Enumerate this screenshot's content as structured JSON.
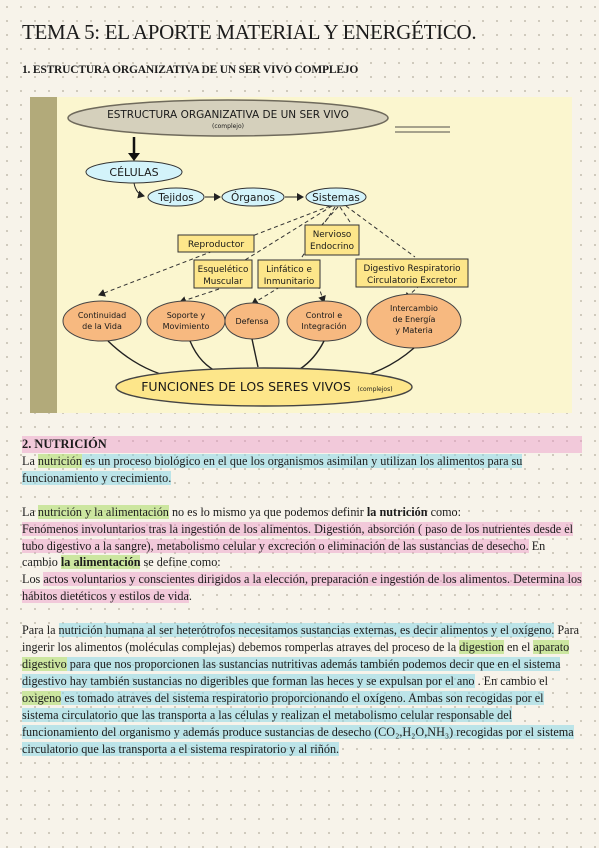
{
  "page": {
    "title": "TEMA 5: EL APORTE MATERIAL Y ENERGÉTICO.",
    "section1_heading": "1. ESTRUCTURA ORGANIZATIVA DE UN SER VIVO COMPLEJO",
    "section2_heading": "2. NUTRICIÓN"
  },
  "diagram": {
    "top_title": "ESTRUCTURA ORGANIZATIVA DE UN SER VIVO",
    "top_sub": "(complejo)",
    "celulas": "CÉLULAS",
    "tejidos": "Tejidos",
    "organos": "Órganos",
    "sistemas": "Sistemas",
    "reproductor": "Reproductor",
    "nervioso_1": "Nervioso",
    "nervioso_2": "Endocrino",
    "esqueletico_1": "Esquelético",
    "esqueletico_2": "Muscular",
    "linfatico_1": "Linfático e",
    "linfatico_2": "Inmunitario",
    "digestivo_1": "Digestivo Respiratorio",
    "digestivo_2": "Circulatorio Excretor",
    "f_continuidad_1": "Continuidad",
    "f_continuidad_2": "de la Vida",
    "f_soporte_1": "Soporte y",
    "f_soporte_2": "Movimiento",
    "f_defensa": "Defensa",
    "f_control_1": "Control e",
    "f_control_2": "Integración",
    "f_intercambio_1": "Intercambio",
    "f_intercambio_2": "de Energía",
    "f_intercambio_3": "y Materia",
    "bottom_title": "FUNCIONES DE LOS SERES VIVOS",
    "bottom_sub": "(complejos)"
  },
  "text": {
    "p1_1": "La ",
    "p1_2": "nutrición",
    "p1_3": " es un proceso biológico en el que los organismos asimilan y utilizan los alimentos para su funcionamiento y crecimiento.",
    "p2_1": "La ",
    "p2_2": "nutrición y la alimentación",
    "p2_3": " no es lo mismo ya que podemos definir ",
    "p2_4": "la nutrición",
    "p2_5": " como:",
    "p2_6": "Fenómenos involuntarios tras la ingestión de los alimentos. Digestión, absorción ( paso de los nutrientes desde el tubo digestivo a la sangre), metabolismo celular y excreción o eliminación de las sustancias de desecho.",
    "p2_7": " En cambio ",
    "p2_8": "la alimentación",
    "p2_9": " se define como:",
    "p2_10": "Los ",
    "p2_11": "actos voluntarios y conscientes dirigidos a la elección, preparación e ingestión de los alimentos. Determina los hábitos dietéticos y estilos de vida",
    "p2_12": ".",
    "p3_1": "Para la ",
    "p3_2": "nutrición humana al ser heterótrofos necesitamos sustancias externas, es decir alimentos y el oxígeno.",
    "p3_3": " Para ingerir los alimentos (moléculas complejas) debemos romperlas atraves del proceso de la ",
    "p3_4": "digestion",
    "p3_5": " en el ",
    "p3_6": "aparato digestivo",
    "p3_7": " para que nos proporcionen las sustancias nutritivas además también podemos decir que en el sistema digestivo hay también sustancias no digeribles que forman las heces y se expulsan por el ano",
    "p3_8": " . En cambio el ",
    "p3_9": "oxigeno",
    "p3_10": " es tomado atraves del sistema respiratorio proporcionando el oxígeno. Ambas son recogidas por el sistema circulatorio que las transporta a las células y realizan el metabolismo celular responsable del funcionamiento del organismo y además produce sustancias de desecho (CO₂,H₂O,NH₃) recogidas por el sistema circulatorio que las transporta a el sistema respiratorio y al riñón."
  },
  "colors": {
    "highlight_pink": "#ec96c8",
    "highlight_cyan": "#8cd7e6",
    "highlight_green": "#afde6e",
    "diagram_background": "#fbf6cf",
    "function_nodes": "#f7b980",
    "system_boxes": "#fde68a"
  }
}
